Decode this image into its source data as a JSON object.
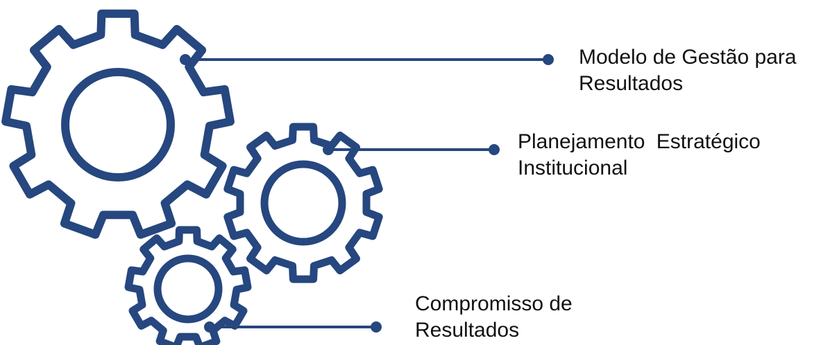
{
  "colors": {
    "gear": "#26477f",
    "line": "#26477f",
    "text": "#111111"
  },
  "labels": [
    {
      "line1": "Modelo de Gestão para",
      "line2": "Resultados"
    },
    {
      "line1": "Planejamento Estratégico",
      "line2": "Institucional"
    },
    {
      "line1": "Compromisso de",
      "line2": "Resultados"
    }
  ]
}
